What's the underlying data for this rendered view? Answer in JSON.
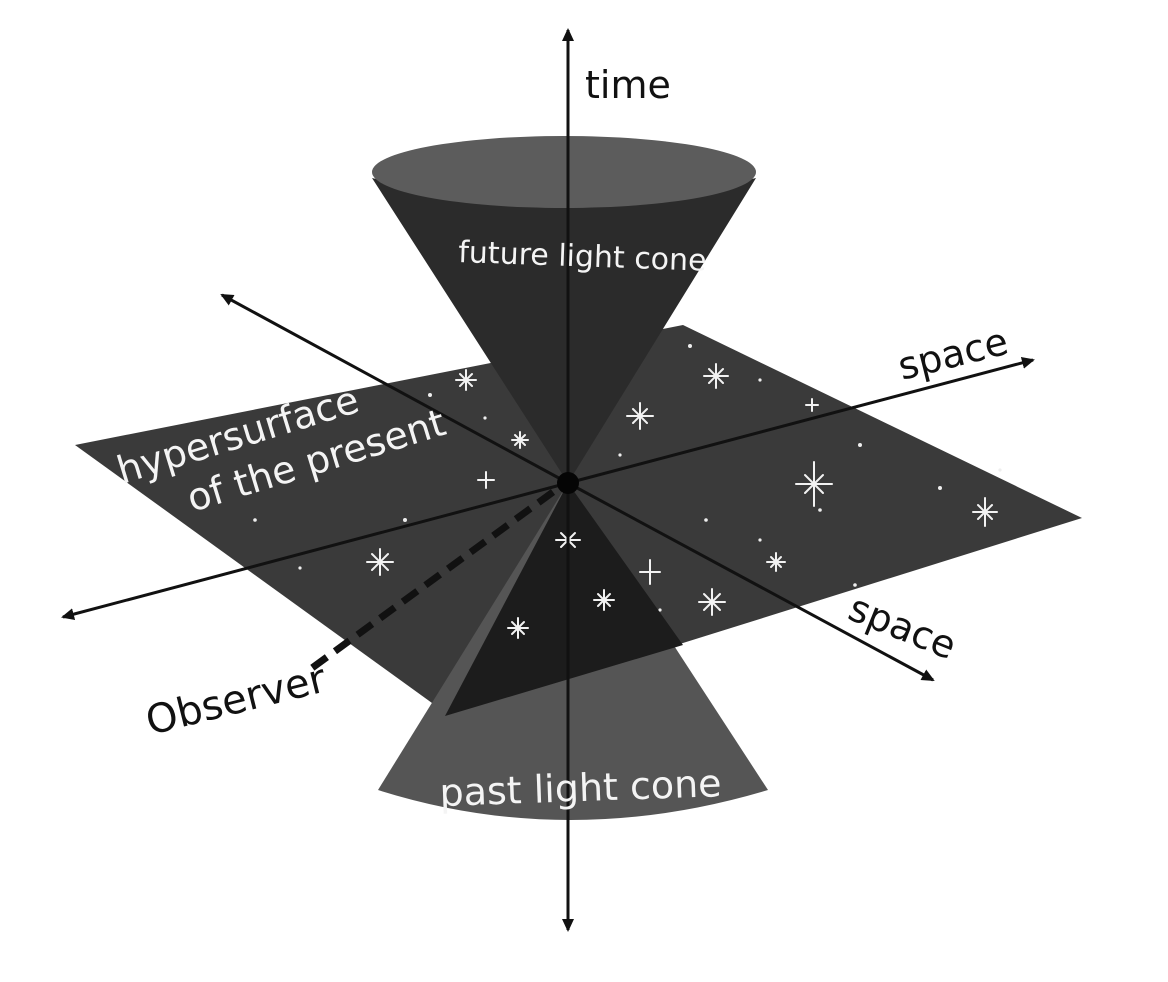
{
  "labels": {
    "time": "time",
    "space_right": "space",
    "space_front": "space",
    "future_cone": "future light cone",
    "past_cone": "past light cone",
    "hypersurface_line1": "hypersurface",
    "hypersurface_line2": "of the present",
    "observer": "Observer"
  },
  "colors": {
    "plane": "#3a3a3a",
    "future_cone_body": "#2a2a2a",
    "future_cone_rim": "#5a5a5a",
    "past_cone_inner": "#1a1a1a",
    "past_cone_outer": "#555555",
    "axis": "#111111",
    "label_light": "#f4f4f4"
  },
  "icons": {
    "stars": "sparkle-icon"
  }
}
